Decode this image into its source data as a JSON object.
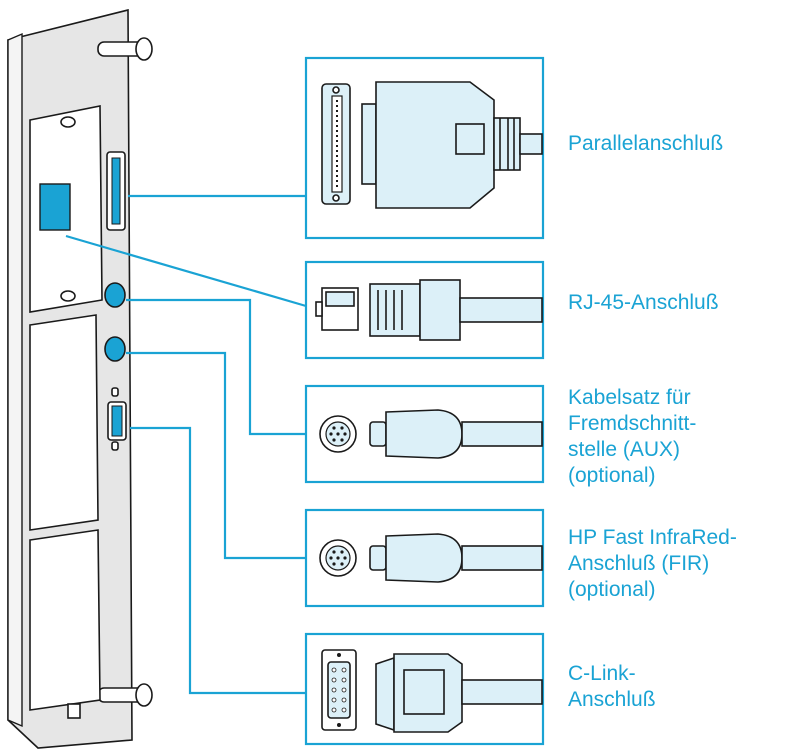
{
  "connectors": [
    {
      "id": "parallel",
      "lines": [
        "Parallelanschluß"
      ]
    },
    {
      "id": "rj45",
      "lines": [
        "RJ-45-Anschluß"
      ]
    },
    {
      "id": "aux",
      "lines": [
        "Kabelsatz für",
        "Fremdschnitt-",
        "stelle (AUX)",
        "(optional)"
      ]
    },
    {
      "id": "fir",
      "lines": [
        "HP Fast InfraRed-",
        "Anschluß (FIR)",
        "(optional)"
      ]
    },
    {
      "id": "clink",
      "lines": [
        "C-Link-",
        "Anschluß"
      ]
    }
  ],
  "colors": {
    "callout": "#1aa3d4",
    "cable": "#dcf0f8",
    "panel": "#e6e6e6"
  }
}
